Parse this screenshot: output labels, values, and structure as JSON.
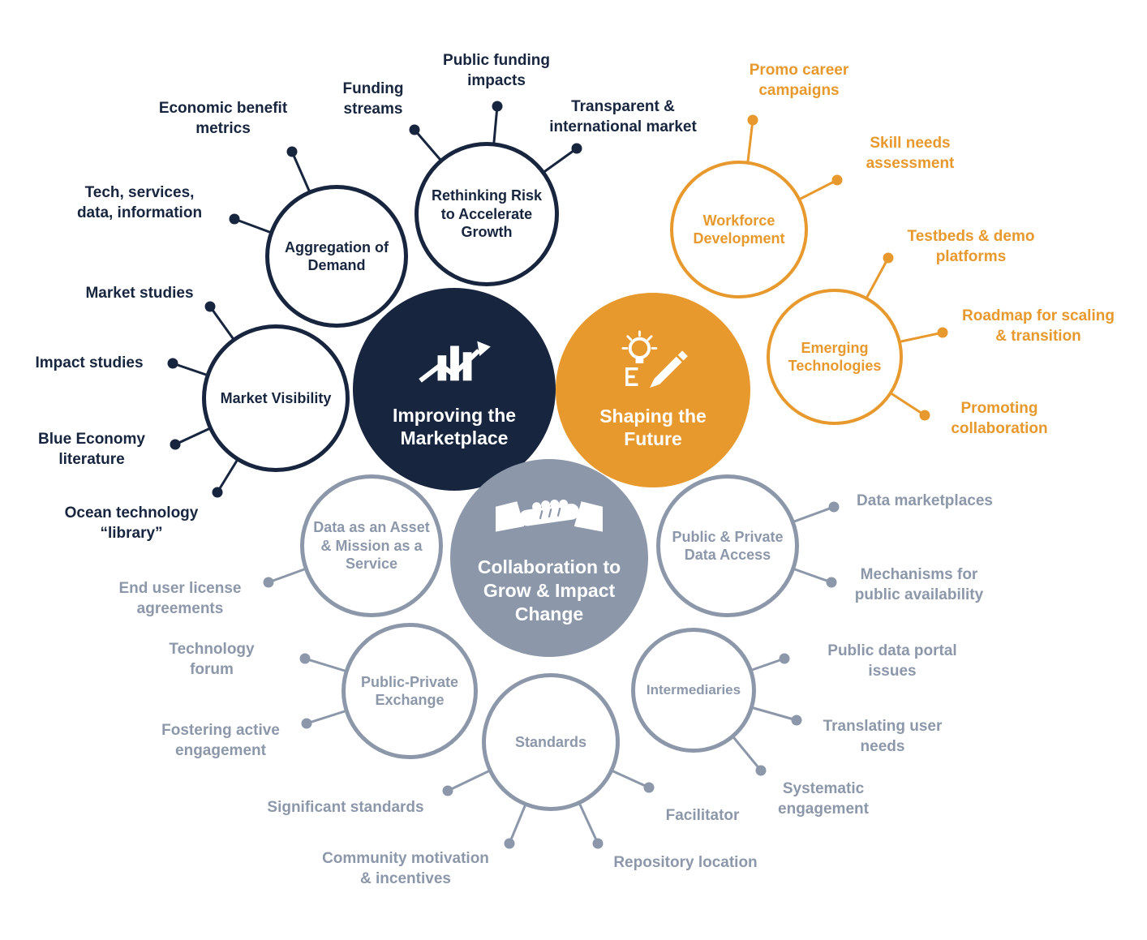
{
  "colors": {
    "navy": "#17253e",
    "orange": "#e8992d",
    "gray": "#8c98aa"
  },
  "clusters": [
    {
      "id": "marketplace",
      "hub": {
        "label": "Improving the Marketplace",
        "icon": "bar-chart-growth-icon"
      },
      "subs": [
        {
          "label": "Aggregation of Demand",
          "leaves": [
            "Economic benefit metrics",
            "Tech, services, data, information"
          ]
        },
        {
          "label": "Rethinking Risk to Accelerate Growth",
          "leaves": [
            "Funding streams",
            "Public funding impacts",
            "Transparent & international market"
          ]
        },
        {
          "label": "Market Visibility",
          "leaves": [
            "Market studies",
            "Impact studies",
            "Blue Economy literature",
            "Ocean technology “library”"
          ]
        }
      ]
    },
    {
      "id": "future",
      "hub": {
        "label": "Shaping the Future",
        "icon": "lightbulb-pencil-icon"
      },
      "subs": [
        {
          "label": "Workforce Development",
          "leaves": [
            "Promo career campaigns",
            "Skill needs assessment"
          ]
        },
        {
          "label": "Emerging Technologies",
          "leaves": [
            "Testbeds & demo platforms",
            "Roadmap for scaling & transition",
            "Promoting collaboration"
          ]
        }
      ]
    },
    {
      "id": "collaboration",
      "hub": {
        "label": "Collaboration to Grow & Impact Change",
        "icon": "handshake-icon"
      },
      "subs": [
        {
          "label": "Data as an Asset & Mission as a Service",
          "leaves": [
            "End user license agreements"
          ]
        },
        {
          "label": "Public & Private Data Access",
          "leaves": [
            "Data marketplaces",
            "Mechanisms for public availability"
          ]
        },
        {
          "label": "Public-Private Exchange",
          "leaves": [
            "Technology forum",
            "Fostering active engagement"
          ]
        },
        {
          "label": "Standards",
          "leaves": [
            "Significant standards",
            "Community motivation & incentives",
            "Repository location",
            "Facilitator"
          ]
        },
        {
          "label": "Intermediaries",
          "leaves": [
            "Public data portal issues",
            "Translating user needs",
            "Systematic engagement"
          ]
        }
      ]
    }
  ]
}
